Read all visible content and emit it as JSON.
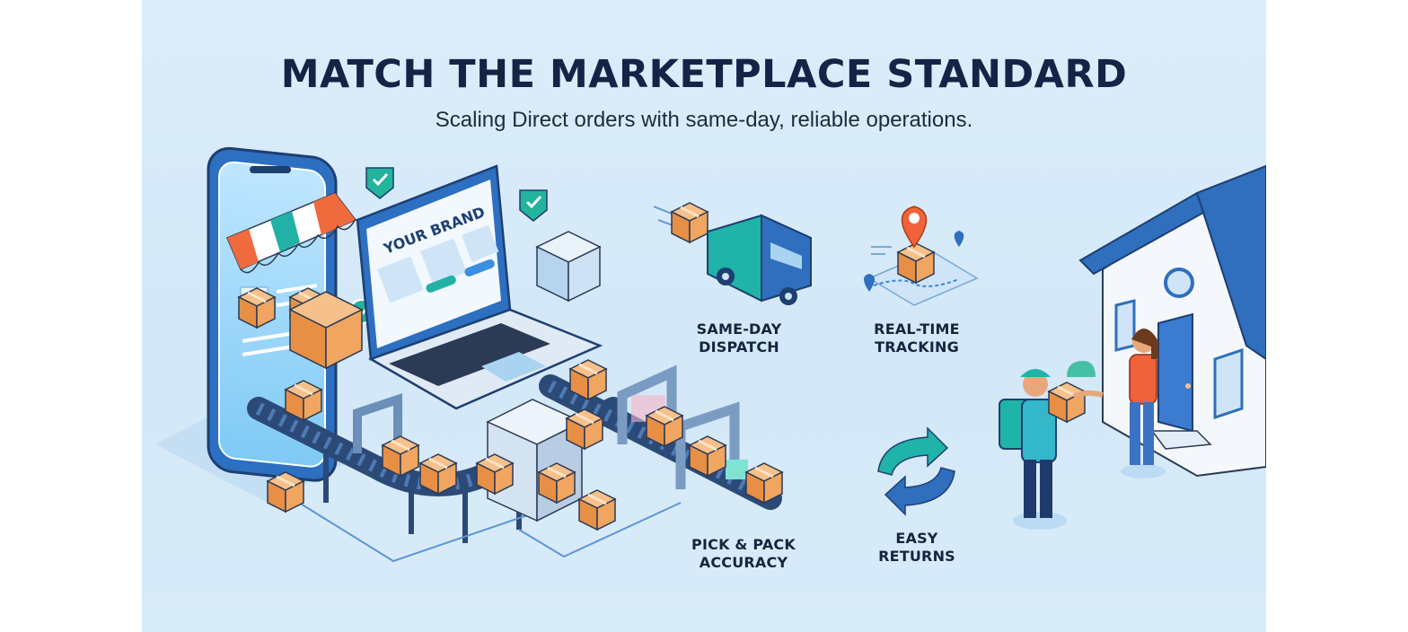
{
  "header": {
    "title": "MATCH THE MARKETPLACE STANDARD",
    "subtitle": "Scaling Direct orders with same-day, reliable operations."
  },
  "laptop": {
    "brand_text": "YOUR BRAND"
  },
  "features": [
    {
      "line1": "SAME-DAY",
      "line2": "DISPATCH",
      "icon": "delivery-van-icon"
    },
    {
      "line1": "REAL-TIME",
      "line2": "TRACKING",
      "icon": "map-pin-icon"
    },
    {
      "line1": "PICK & PACK",
      "line2": "ACCURACY",
      "icon": "conveyor-scanner-icon"
    },
    {
      "line1": "EASY",
      "line2": "RETURNS",
      "icon": "return-arrows-icon"
    }
  ],
  "colors": {
    "title": "#132447",
    "background": "#d6eaf9",
    "box": "#eb9a52",
    "teal": "#20b3a8",
    "blue": "#2f6fbd",
    "pin": "#f0623a"
  }
}
